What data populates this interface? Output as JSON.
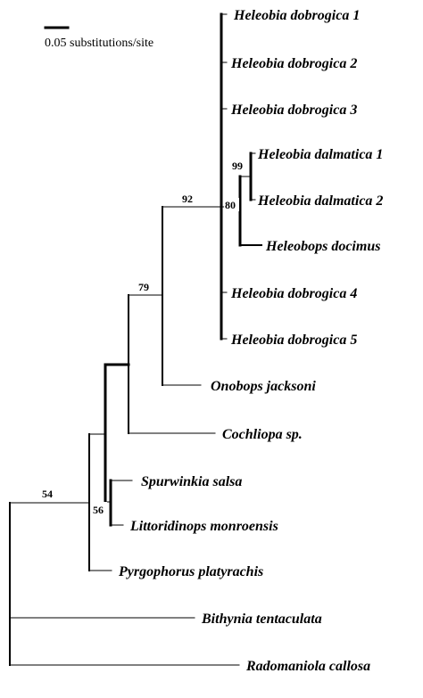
{
  "scale_bar": {
    "label": "0.05 substitutions/site"
  },
  "support_values": {
    "n92": "92",
    "n99": "99",
    "n80": "80",
    "n79": "79",
    "n54": "54",
    "n56": "56"
  },
  "taxa": [
    {
      "id": "dob1",
      "name": "Heleobia dobrogica",
      "number": "1"
    },
    {
      "id": "dob2",
      "name": "Heleobia dobrogica",
      "number": "2"
    },
    {
      "id": "dob3",
      "name": "Heleobia dobrogica",
      "number": "3"
    },
    {
      "id": "dal1",
      "name": "Heleobia dalmatica",
      "number": "1"
    },
    {
      "id": "dal2",
      "name": "Heleobia dalmatica",
      "number": "2"
    },
    {
      "id": "doc",
      "name": "Heleobops docimus",
      "number": ""
    },
    {
      "id": "dob4",
      "name": "Heleobia dobrogica",
      "number": "4"
    },
    {
      "id": "dob5",
      "name": "Heleobia dobrogica",
      "number": "5"
    },
    {
      "id": "ono",
      "name": "Onobops jacksoni",
      "number": ""
    },
    {
      "id": "coc",
      "name": "Cochliopa sp.",
      "number": ""
    },
    {
      "id": "spu",
      "name": "Spurwinkia salsa",
      "number": ""
    },
    {
      "id": "lit",
      "name": "Littoridinops monroensis",
      "number": ""
    },
    {
      "id": "pyr",
      "name": "Pyrgophorus platyrachis",
      "number": ""
    },
    {
      "id": "bit",
      "name": "Bithynia tentaculata",
      "number": ""
    },
    {
      "id": "rad",
      "name": "Radomaniola callosa",
      "number": ""
    }
  ]
}
